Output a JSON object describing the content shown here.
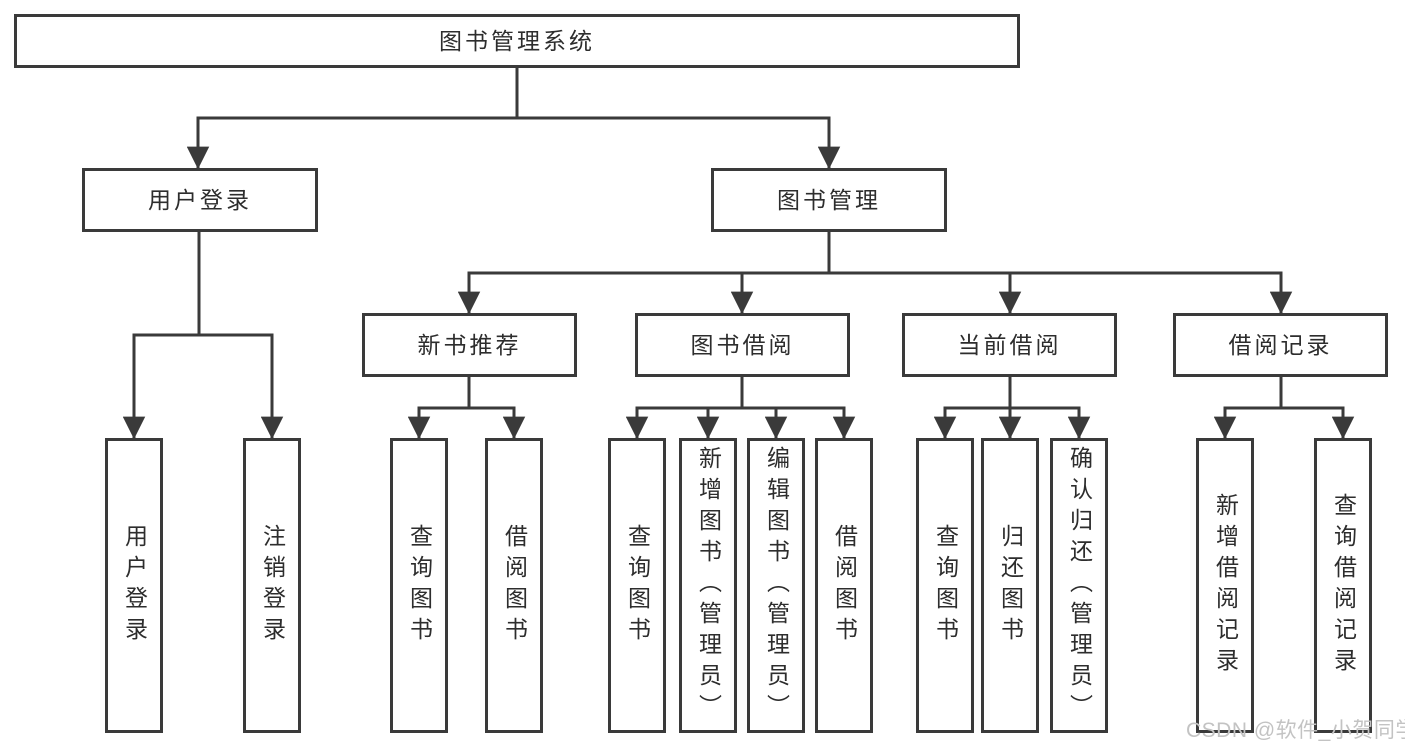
{
  "diagram": {
    "type": "hierarchy-tree",
    "colors": {
      "line": "#3a3a3a",
      "text": "#2d2d2d",
      "background": "#ffffff",
      "watermark": "#c3c3c3"
    },
    "nodes": {
      "root": {
        "label": "图书管理系统"
      },
      "user_login": {
        "label": "用户登录"
      },
      "book_management": {
        "label": "图书管理"
      },
      "new_book_recommendation": {
        "label": "新书推荐"
      },
      "book_borrowing": {
        "label": "图书借阅"
      },
      "current_borrowing": {
        "label": "当前借阅"
      },
      "borrowing_records": {
        "label": "借阅记录"
      },
      "leaf_user_login": {
        "label": "用户登录"
      },
      "leaf_logout": {
        "label": "注销登录"
      },
      "leaf_query_books_rec": {
        "label": "查询图书"
      },
      "leaf_borrow_books_rec": {
        "label": "借阅图书"
      },
      "leaf_query_books_borrow": {
        "label": "查询图书"
      },
      "leaf_add_books_admin": {
        "label": "新增图书（管理员）"
      },
      "leaf_edit_books_admin": {
        "label": "编辑图书（管理员）"
      },
      "leaf_borrow_books_borrow": {
        "label": "借阅图书"
      },
      "leaf_query_books_current": {
        "label": "查询图书"
      },
      "leaf_return_books": {
        "label": "归还图书"
      },
      "leaf_confirm_return_admin": {
        "label": "确认归还（管理员）"
      },
      "leaf_add_borrow_record": {
        "label": "新增借阅记录"
      },
      "leaf_query_borrow_record": {
        "label": "查询借阅记录"
      }
    },
    "hierarchy": {
      "root": [
        "user_login",
        "book_management"
      ],
      "user_login": [
        "leaf_user_login",
        "leaf_logout"
      ],
      "book_management": [
        "new_book_recommendation",
        "book_borrowing",
        "current_borrowing",
        "borrowing_records"
      ],
      "new_book_recommendation": [
        "leaf_query_books_rec",
        "leaf_borrow_books_rec"
      ],
      "book_borrowing": [
        "leaf_query_books_borrow",
        "leaf_add_books_admin",
        "leaf_edit_books_admin",
        "leaf_borrow_books_borrow"
      ],
      "current_borrowing": [
        "leaf_query_books_current",
        "leaf_return_books",
        "leaf_confirm_return_admin"
      ],
      "borrowing_records": [
        "leaf_add_borrow_record",
        "leaf_query_borrow_record"
      ]
    },
    "watermark": {
      "text": "CSDN @软件_小贺同学"
    }
  }
}
